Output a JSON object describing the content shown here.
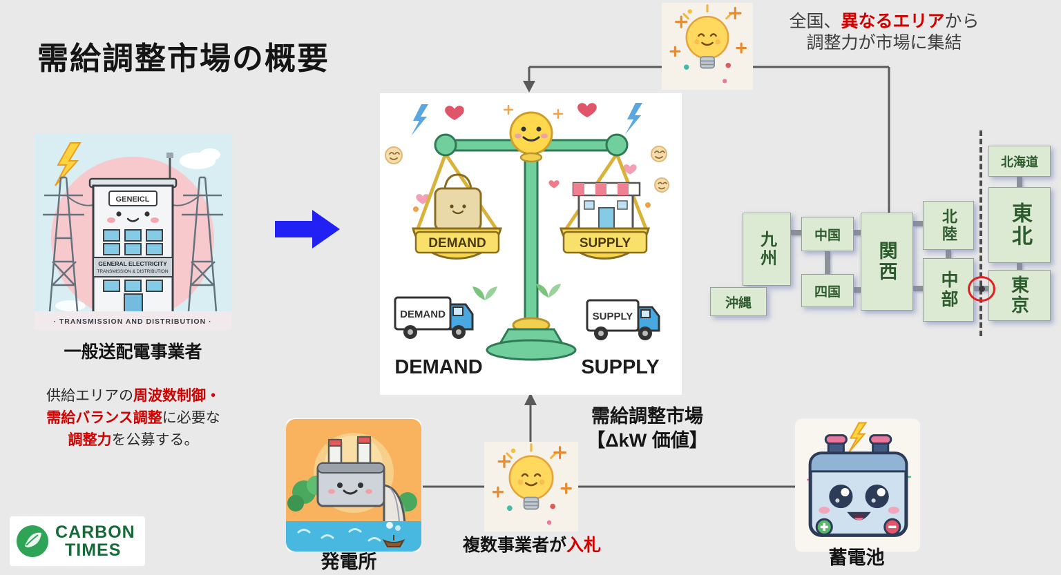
{
  "page": {
    "title": "需給調整市場の概要"
  },
  "colors": {
    "red_accent": "#cf0000",
    "arrow_blue": "#2121f3",
    "region_green": "#dcead3",
    "background": "#e9e9e9"
  },
  "icons": [
    "lightbulb-icon",
    "blue-arrow-icon",
    "arrow-down-icon",
    "arrow-up-icon",
    "power-plant-illustration",
    "battery-illustration",
    "balance-scale-illustration",
    "tdso-building-illustration",
    "carbon-times-logo-leaf-icon",
    "red-frequency-boundary-circle"
  ],
  "tdso": {
    "label": "一般送配電事業者",
    "sign_top": "GENEICL",
    "sign_mid1": "GENERAL ELECTRICITY",
    "sign_mid2": "TRANSMISSION & DISTRIBUTION",
    "caption": "· TRANSMISSION AND DISTRIBUTION ·",
    "desc": {
      "s1": "供給エリアの",
      "s2_red": "周波数制御・",
      "s3_red": "需給バランス調整",
      "s4": "に必要な",
      "s5_red": "調整力",
      "s6": "を公募する。"
    }
  },
  "balance": {
    "pan_left": "DEMAND",
    "pan_right": "SUPPLY",
    "truck_left": "DEMAND",
    "truck_right": "SUPPLY",
    "word_left": "DEMAND",
    "word_right": "SUPPLY"
  },
  "top_note": {
    "s1": "全国、",
    "s2_red": "異なるエリア",
    "s3": "から",
    "line2": "調整力が市場に集結"
  },
  "market": {
    "line1": "需給調整市場",
    "line2": "【ΔkW 価値】"
  },
  "bid": {
    "s1": "複数事業者が",
    "s2_red": "入札"
  },
  "plant_label": "発電所",
  "battery_label": "蓄電池",
  "grid": {
    "regions": [
      {
        "id": "kyushu",
        "label": "九州"
      },
      {
        "id": "chugoku",
        "label": "中国"
      },
      {
        "id": "shikoku",
        "label": "四国"
      },
      {
        "id": "okinawa",
        "label": "沖縄"
      },
      {
        "id": "kansai",
        "label": "関西"
      },
      {
        "id": "hokuriku",
        "label": "北陸"
      },
      {
        "id": "chubu",
        "label": "中部"
      },
      {
        "id": "hokkaido",
        "label": "北海道"
      },
      {
        "id": "tohoku",
        "label": "東北"
      },
      {
        "id": "tokyo",
        "label": "東京"
      }
    ]
  },
  "logo": {
    "line1": "CARBON",
    "line2": "TIMES"
  }
}
